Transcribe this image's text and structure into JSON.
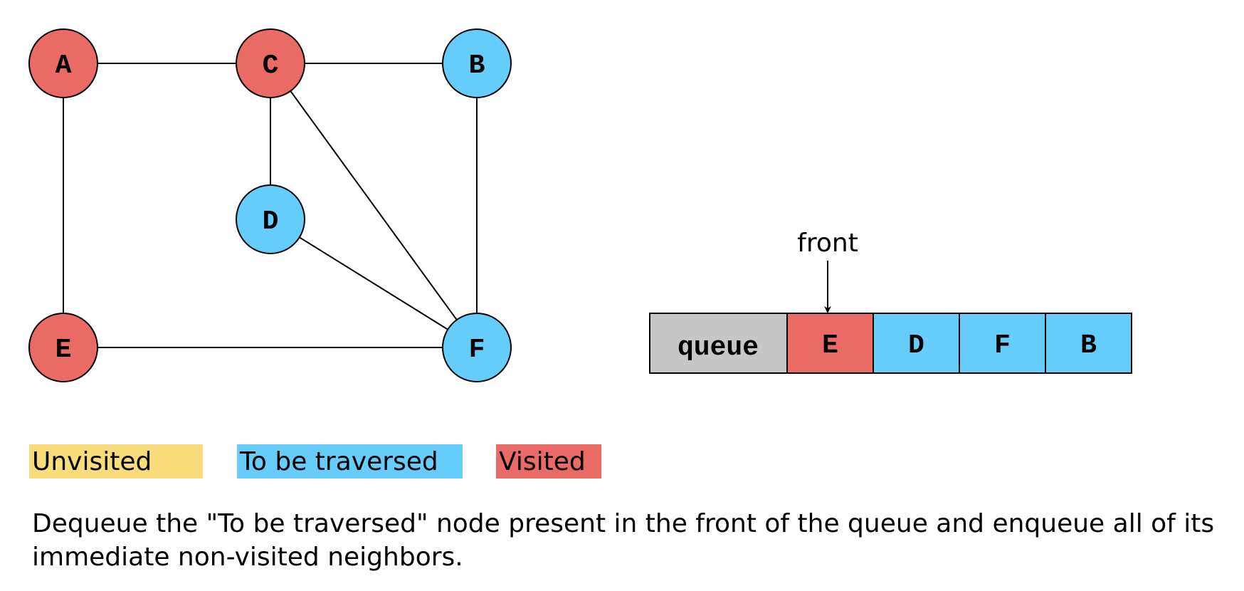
{
  "colors": {
    "unvisited": "#f9dd7a",
    "to_be_traversed": "#66ccfa",
    "visited": "#ea6b66",
    "queue_header": "#c6c6c6",
    "stroke": "#000000"
  },
  "graph": {
    "nodes": [
      {
        "id": "A",
        "label": "A",
        "state": "visited"
      },
      {
        "id": "C",
        "label": "C",
        "state": "visited"
      },
      {
        "id": "B",
        "label": "B",
        "state": "to_be_traversed"
      },
      {
        "id": "D",
        "label": "D",
        "state": "to_be_traversed"
      },
      {
        "id": "E",
        "label": "E",
        "state": "visited"
      },
      {
        "id": "F",
        "label": "F",
        "state": "to_be_traversed"
      }
    ],
    "edges": [
      [
        "A",
        "C"
      ],
      [
        "C",
        "B"
      ],
      [
        "A",
        "E"
      ],
      [
        "C",
        "D"
      ],
      [
        "C",
        "F"
      ],
      [
        "B",
        "F"
      ],
      [
        "D",
        "F"
      ],
      [
        "E",
        "F"
      ]
    ]
  },
  "queue": {
    "header": "queue",
    "pointer_label": "front",
    "items": [
      {
        "label": "E",
        "state": "visited"
      },
      {
        "label": "D",
        "state": "to_be_traversed"
      },
      {
        "label": "F",
        "state": "to_be_traversed"
      },
      {
        "label": "B",
        "state": "to_be_traversed"
      }
    ]
  },
  "legend": {
    "unvisited": "Unvisited",
    "to_be_traversed": "To be traversed",
    "visited": "Visited"
  },
  "caption": "Dequeue the \"To be traversed\" node present in the front of the queue and enqueue all of its immediate non-visited neighbors."
}
